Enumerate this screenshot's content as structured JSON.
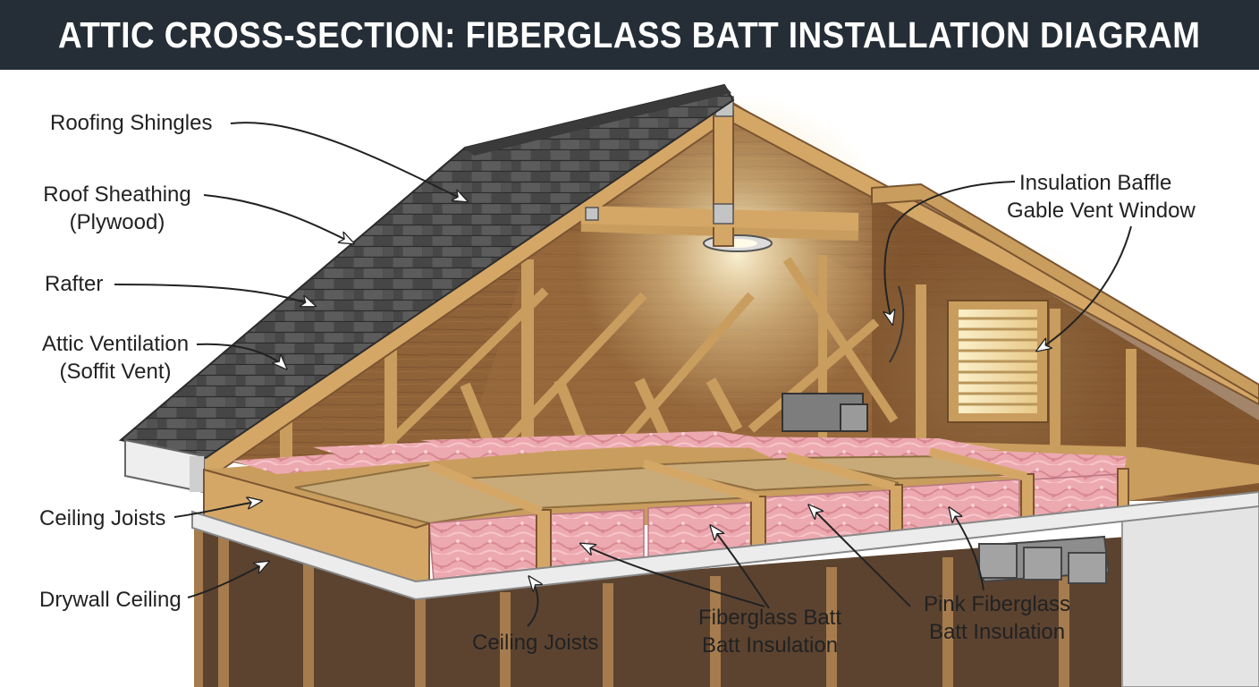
{
  "title": "ATTIC CROSS-SECTION: FIBERGLASS BATT INSTALLATION DIAGRAM",
  "colors": {
    "title_bar": "#252e36",
    "shingles": "#4f4f4f",
    "lumber": "#c99d5e",
    "attic_interior": "#8f6238",
    "insulation": "#eda9b0",
    "kraft_facing": "#c9ab79",
    "drywall": "#ececec",
    "wall_cavity": "#5c4330"
  },
  "labels": {
    "roofing_shingles": "Roofing Shingles",
    "roof_sheathing_line1": "Roof Sheathing",
    "roof_sheathing_line2": "(Plywood)",
    "rafter": "Rafter",
    "attic_ventilation_line1": "Attic Ventilation",
    "attic_ventilation_line2": "(Soffit Vent)",
    "ceiling_joists_left": "Ceiling Joists",
    "drywall_ceiling": "Drywall Ceiling",
    "ceiling_joists_bottom": "Ceiling Joists",
    "fiberglass_batt_line1": "Fiberglass Batt",
    "fiberglass_batt_line2": "Batt Insulation",
    "pink_fiberglass_line1": "Pink Fiberglass",
    "pink_fiberglass_line2": "Batt Insulation",
    "insulation_baffle": "Insulation Baffle",
    "gable_vent_window": "Gable Vent Window"
  }
}
